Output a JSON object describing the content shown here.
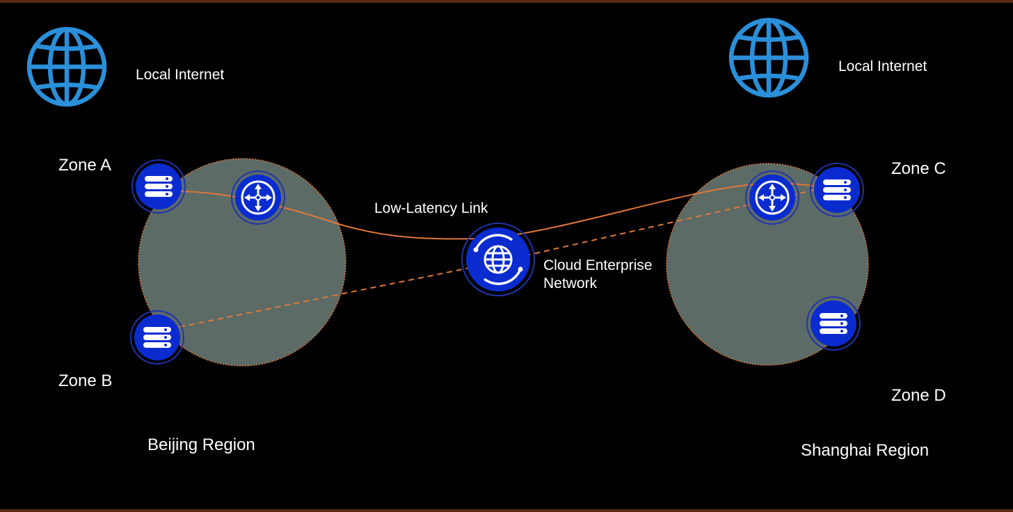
{
  "diagram": {
    "internet": [
      {
        "label": "Local Internet",
        "icon": "globe-icon"
      },
      {
        "label": "Local Internet",
        "icon": "globe-icon"
      }
    ],
    "zones": {
      "a": "Zone A",
      "b": "Zone B",
      "c": "Zone C",
      "d": "Zone D"
    },
    "regions": {
      "beijing": "Beijing Region",
      "shanghai": "Shanghai Region"
    },
    "link_label": "Low-Latency Link",
    "cen_label": {
      "line1": "Cloud Enterprise",
      "line2": "Network"
    },
    "colors": {
      "background": "#000000",
      "frame": "#5a2a14",
      "globe": "#2b8fd9",
      "node_fill": "#0a2ccf",
      "node_ring": "#2233aa",
      "region_fill": "#5c6b66",
      "region_border": "#d9773a",
      "link": "#e2773a"
    }
  }
}
